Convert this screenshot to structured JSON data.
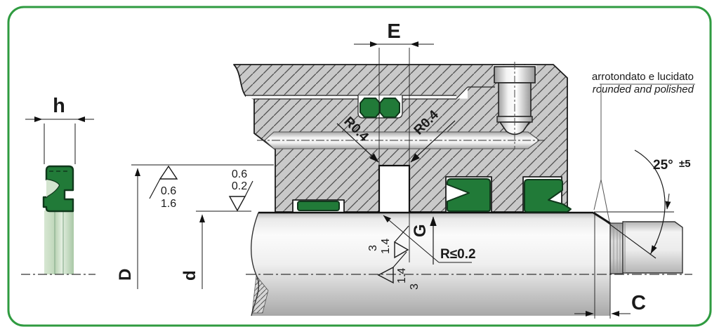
{
  "figure_left": {
    "height_label": "h"
  },
  "assembly": {
    "groove_width_label": "E",
    "bore_diameter_label": "D",
    "rod_diameter_label": "d",
    "groove_depth_label": "G",
    "chamfer_length_label": "C",
    "fillet_left_label": "R0.4",
    "fillet_right_label": "R0.4",
    "max_radius_label": "R≤0.2",
    "chamfer_angle_label": "25°",
    "chamfer_angle_tolerance": "±5"
  },
  "notes": {
    "finish_italian": "arrotondato e lucidato",
    "finish_english": "rounded and polished"
  },
  "surface_finish": {
    "bore": {
      "line1": "0.6",
      "line2": "1.6"
    },
    "rod_step": {
      "line1": "0.6",
      "line2": "0.2"
    },
    "groove_flank": {
      "line1": "3",
      "line2": "1.4"
    },
    "rod_surface": {
      "line1": "1.4",
      "line2": "3"
    }
  },
  "colors": {
    "frame": "#2f9b40",
    "seal": "#217a38",
    "seal_ring": "#c3d9be"
  }
}
